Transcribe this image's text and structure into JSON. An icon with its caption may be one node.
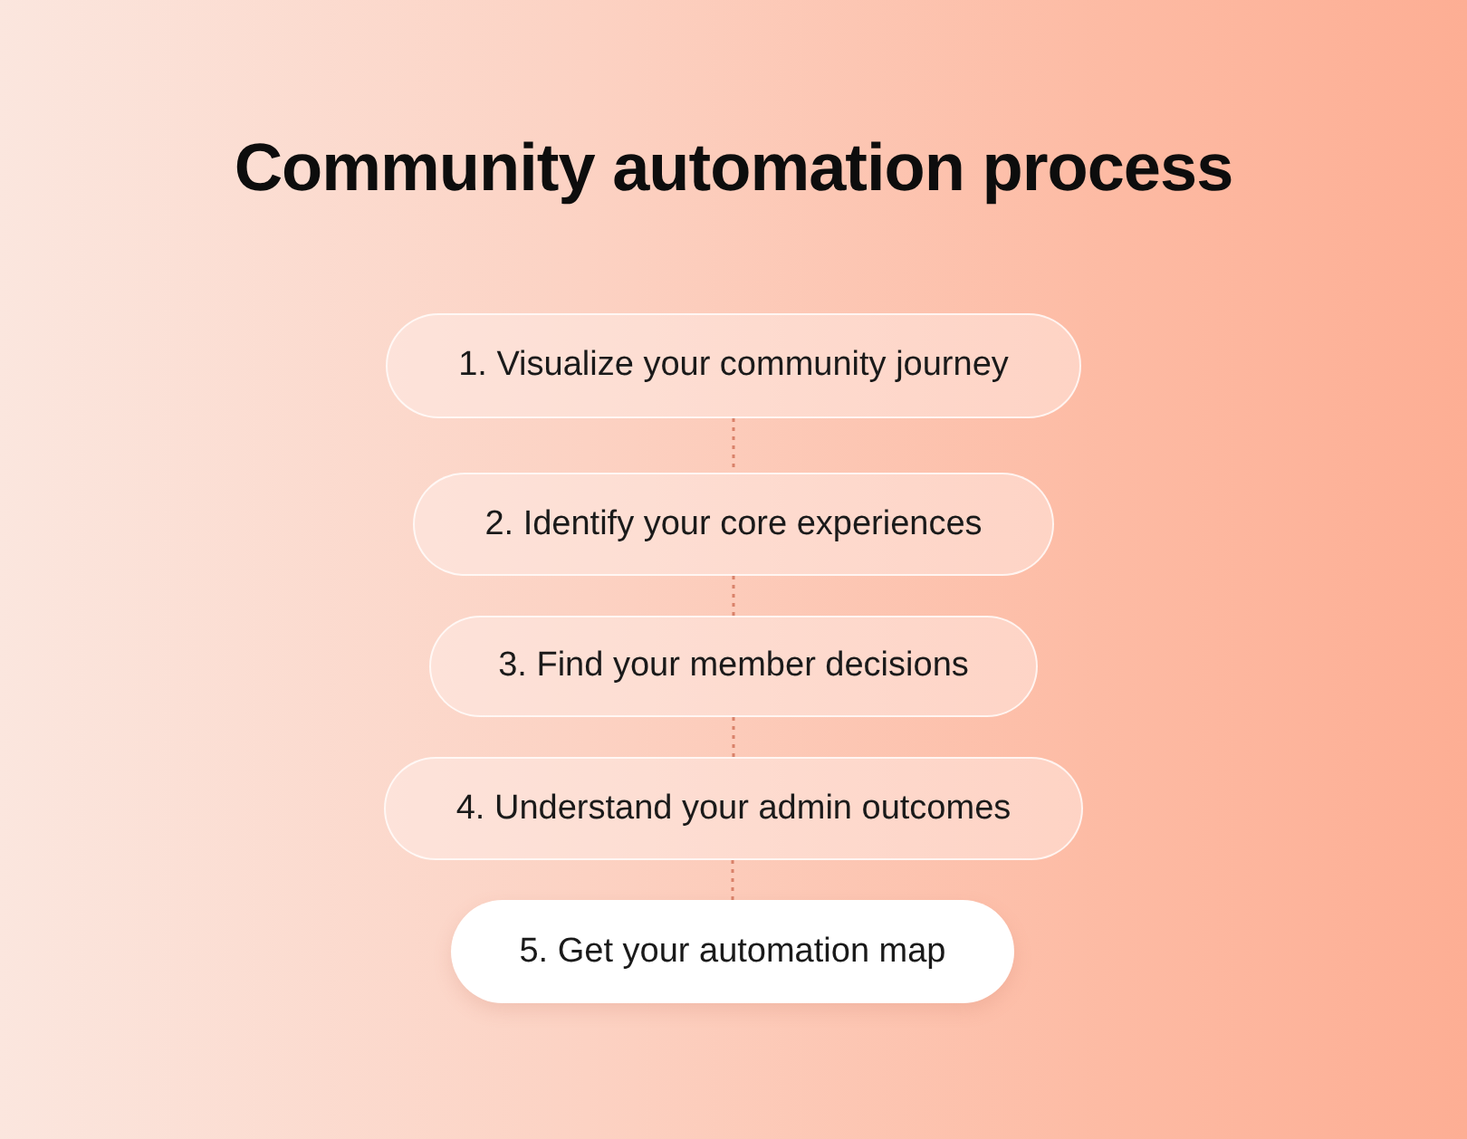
{
  "diagram": {
    "title": "Community automation process",
    "nodes": [
      {
        "text": [
          "1. Visualize your community journey"
        ]
      },
      {
        "text": [
          "2. Identify your core experiences"
        ]
      },
      {
        "text": [
          "3. Find your member decisions"
        ]
      },
      {
        "text": [
          "4. Understand your admin outcomes"
        ]
      },
      {
        "text": [
          "5. Get your automation map"
        ]
      }
    ],
    "edges": [
      {
        "from": 0,
        "to": 1,
        "arrow": "none",
        "style": "dashed"
      },
      {
        "from": 1,
        "to": 2,
        "arrow": "none",
        "style": "dashed"
      },
      {
        "from": 2,
        "to": 3,
        "arrow": "none",
        "style": "dashed"
      },
      {
        "from": 3,
        "to": 4,
        "arrow": "none",
        "style": "dashed"
      }
    ]
  }
}
